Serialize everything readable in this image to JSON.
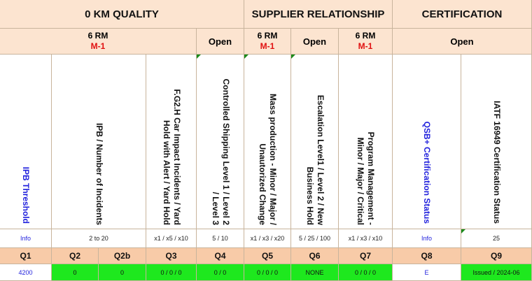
{
  "sections": {
    "zero_km": "0 KM QUALITY",
    "supplier": "SUPPLIER  RELATIONSHIP",
    "certification": "CERTIFICATION"
  },
  "periods": {
    "p1_a": "6 RM",
    "p1_b": "M-1",
    "p2": "Open",
    "p3_a": "6 RM",
    "p3_b": "M-1",
    "p4": "Open",
    "p5_a": "6 RM",
    "p5_b": "M-1",
    "p6": "Open"
  },
  "headers": {
    "ipb_threshold": "IPB Threshold",
    "ipb_incidents": "IPB  /  Number of Incidents",
    "fg2h_l1": "F.G2.H Car Impact  Incidents / Yard",
    "fg2h_l2": "Hold with Alert / Yard Hold",
    "controlled_l1": "Controlled Shipping Level 1 / Level 2",
    "controlled_l2": "/ Level 3",
    "mass_l1": "Mass production - Minor / Major /",
    "mass_l2": "Unautorized Change",
    "escalation_l1": "Escalation  Level1 / Level 2 / New",
    "escalation_l2": "Business Hold",
    "program_l1": "Program Management -",
    "program_l2": "Minor / Major / Critical",
    "qsb": "QSB+ Certification Status",
    "iatf": "IATF 16949 Certification Status"
  },
  "info_row": [
    "Info",
    "2 to 20",
    "x1 / x5 / x10",
    "5 / 10",
    "x1 / x3 / x20",
    "5 / 25 / 100",
    "x1 / x3 / x10",
    "Info",
    "25"
  ],
  "question_row": [
    "Q1",
    "Q2",
    "Q2b",
    "Q3",
    "Q4",
    "Q5",
    "Q6",
    "Q7",
    "Q8",
    "Q9"
  ],
  "value_row": [
    "4200",
    "0",
    "0",
    "0 / 0 / 0",
    "0 / 0",
    "0 / 0 / 0",
    "NONE",
    "0 / 0 / 0",
    "E",
    "Issued / 2024-06"
  ],
  "colors": {
    "peach": "#fce4d0",
    "orange": "#f8cba8",
    "green": "#1ee81e",
    "blue": "#2222dd",
    "red": "#e01010"
  }
}
